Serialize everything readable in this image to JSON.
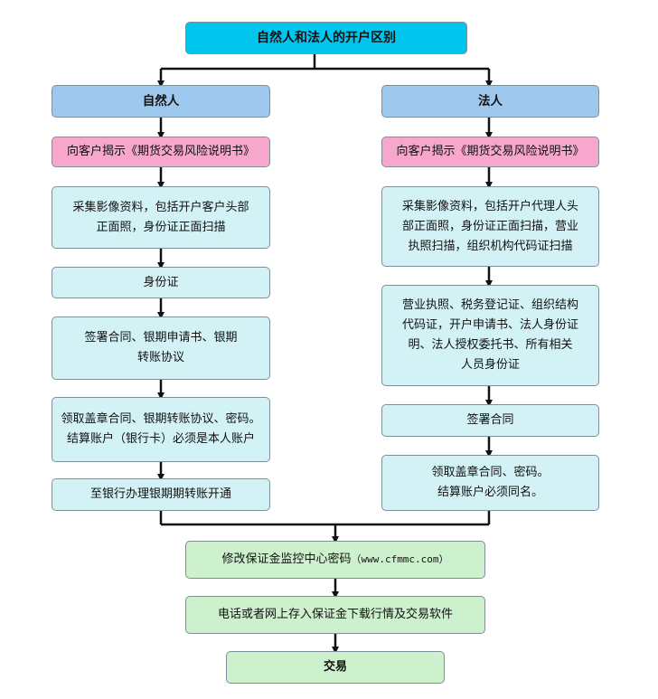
{
  "title": "自然人和法人的开户区别",
  "left": {
    "header": "自然人",
    "disclose": "向客户揭示《期货交易风险说明书》",
    "collect": "采集影像资料，包括开户客户头部\n正面照，身份证正面扫描",
    "id_card": "身份证",
    "sign": "签署合同、银期申请书、银期\n转账协议",
    "receive": "领取盖章合同、银期转账协议、密码。\n结算账户（银行卡）必须是本人账户",
    "bank": "至银行办理银期期转账开通"
  },
  "right": {
    "header": "法人",
    "disclose": "向客户揭示《期货交易风险说明书》",
    "collect": "采集影像资料，包括开户代理人头\n部正面照，身份证正面扫描，营业\n执照扫描，组织机构代码证扫描",
    "docs": "营业执照、税务登记证、组织结构\n代码证，开户申请书、法人身份证\n明、法人授权委托书、所有相关\n人员身份证",
    "sign": "签署合同",
    "receive": "领取盖章合同、密码。\n结算账户必须同名。"
  },
  "bottom": {
    "password_prefix": "修改保证金监控中心密码",
    "password_url": "（www.cfmmc.com）",
    "deposit": "电话或者网上存入保证金下载行情及交易软件",
    "trade": "交易"
  }
}
